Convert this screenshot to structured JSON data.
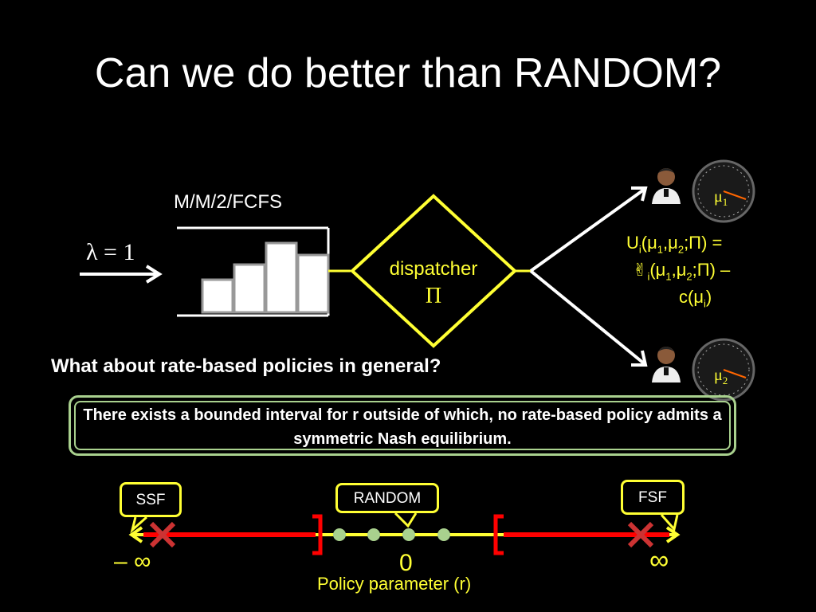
{
  "title": "Can we do better than RANDOM?",
  "queue": {
    "label": "M/M/2/FCFS",
    "arrival_rate_label": "λ = 1",
    "job_fill_levels": [
      0.45,
      0.65,
      0.95,
      0.78
    ]
  },
  "dispatcher": {
    "label": "dispatcher",
    "symbol": "Π"
  },
  "servers": [
    {
      "rate_symbol": "μ",
      "rate_index": "1",
      "icons": [
        "person-icon",
        "speedometer-icon"
      ]
    },
    {
      "rate_symbol": "μ",
      "rate_index": "2",
      "icons": [
        "person-icon",
        "speedometer-icon"
      ]
    }
  ],
  "utility": {
    "line1_prefix": "U",
    "line1_sub": "i",
    "line1_rest": "(μ",
    "line1_sub1": "1",
    "line1_mid": ",μ",
    "line1_sub2": "2",
    "line1_end": ";Π) =",
    "line2_glyph": "✌",
    "line2_sub": "i",
    "line2_rest": "(μ",
    "line2_sub1": "1",
    "line2_mid": ",μ",
    "line2_sub2": "2",
    "line2_end": ";Π) –",
    "line3_prefix": "c(μ",
    "line3_sub": "i",
    "line3_end": ")"
  },
  "question": "What about rate-based policies in general?",
  "theorem": "There exists a bounded interval for r outside of which, no rate-based policy admits a symmetric Nash equilibrium.",
  "policy_axis": {
    "label": "Policy parameter (r)",
    "neg_inf": "– ∞",
    "pos_inf": "∞",
    "zero": "0",
    "callouts": {
      "left": "SSF",
      "middle": "RANDOM",
      "right": "FSF"
    },
    "colors": {
      "axis": "#ffff33",
      "excluded": "#ff0000",
      "points": "#a9d18e",
      "bracket": "#ff0000"
    }
  }
}
